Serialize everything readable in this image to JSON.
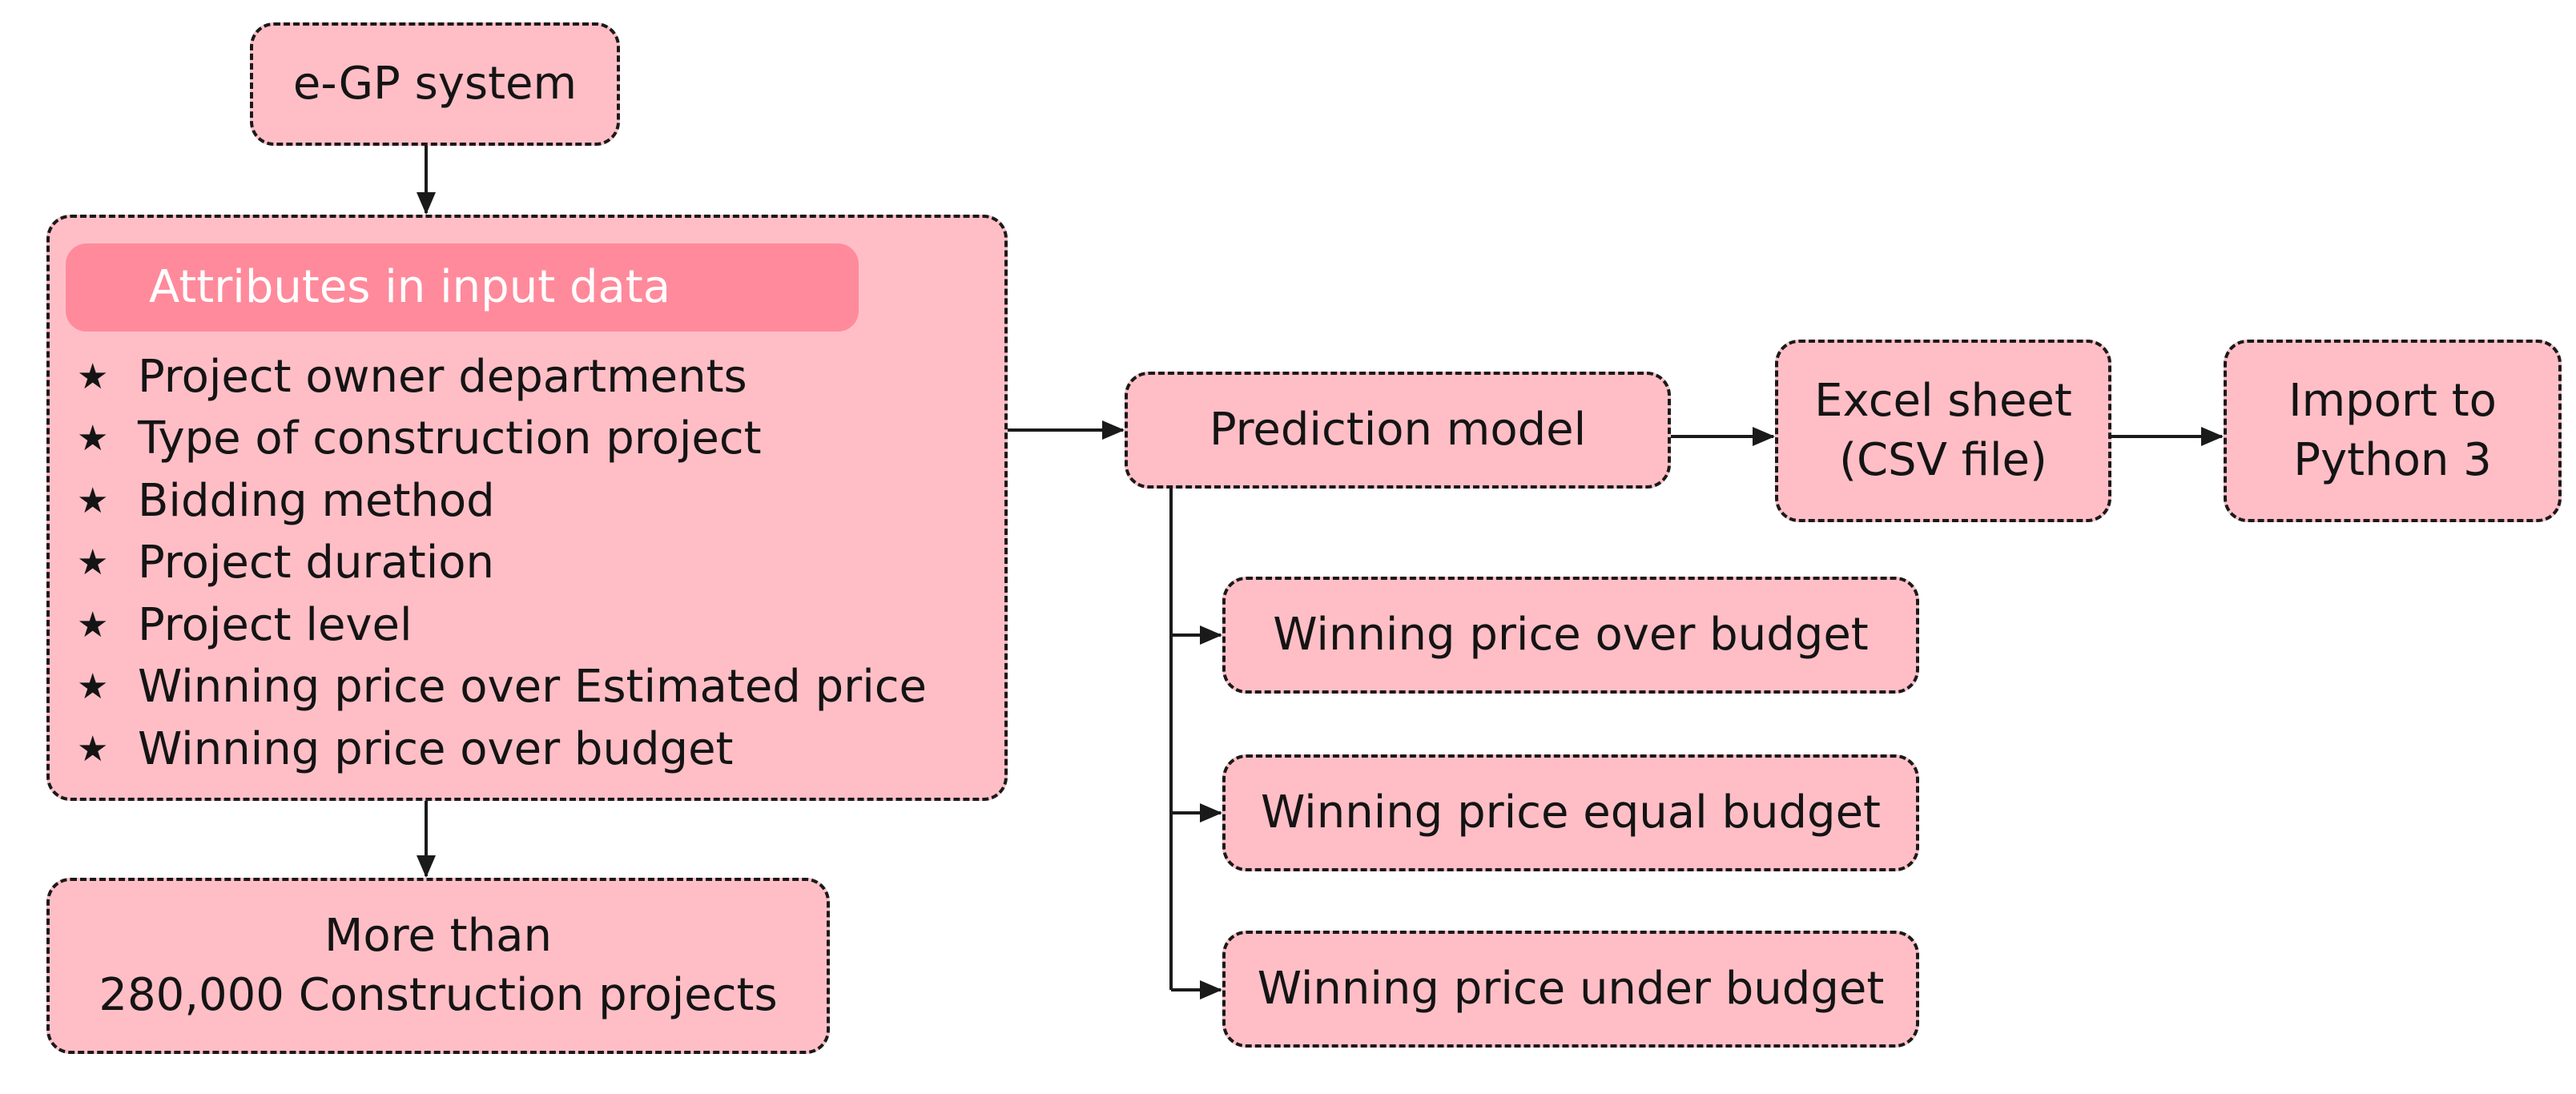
{
  "diagram": {
    "source": {
      "label": "e-GP system"
    },
    "attributes": {
      "header": "Attributes in input data",
      "marker_icon": "star-icon",
      "items": [
        "Project owner departments",
        "Type of construction project",
        "Bidding method",
        "Project duration",
        "Project level",
        "Winning price over Estimated price",
        "Winning price over budget"
      ]
    },
    "dataset": {
      "line1": "More than",
      "line2": "280,000 Construction projects"
    },
    "model": {
      "label": "Prediction model"
    },
    "export": {
      "line1": "Excel sheet",
      "line2": "(CSV file)"
    },
    "import": {
      "line1": "Import to",
      "line2": "Python 3"
    },
    "outcomes": [
      "Winning price over budget",
      "Winning price equal budget",
      "Winning price under budget"
    ],
    "colors": {
      "box_fill": "#ffbec6",
      "header_fill": "#ff8a9b",
      "header_text": "#ffffff",
      "border": "#1a1a1a",
      "text": "#141414"
    }
  }
}
